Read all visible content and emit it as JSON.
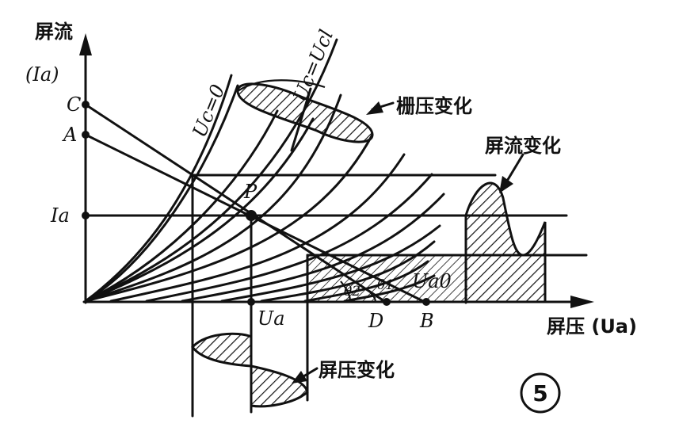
{
  "labels": {
    "y_axis_title": "屏流",
    "y_axis_symbol": "(Ia)",
    "x_axis_title": "屏压 (Ua)",
    "point_C": "C",
    "point_A": "A",
    "point_P": "P",
    "point_D": "D",
    "point_B": "B",
    "y_tick_Ia": "Ia",
    "x_tick_Ua": "Ua",
    "ua0_label": "Ua0",
    "theta1": "θ1",
    "theta2": "θ2",
    "curve_uc0": "Uc=0",
    "curve_ucl": "Uc=Ucl",
    "grid_voltage_change": "栅压变化",
    "plate_current_change": "屏流变化",
    "plate_voltage_change": "屏压变化",
    "figure_number": "5"
  }
}
